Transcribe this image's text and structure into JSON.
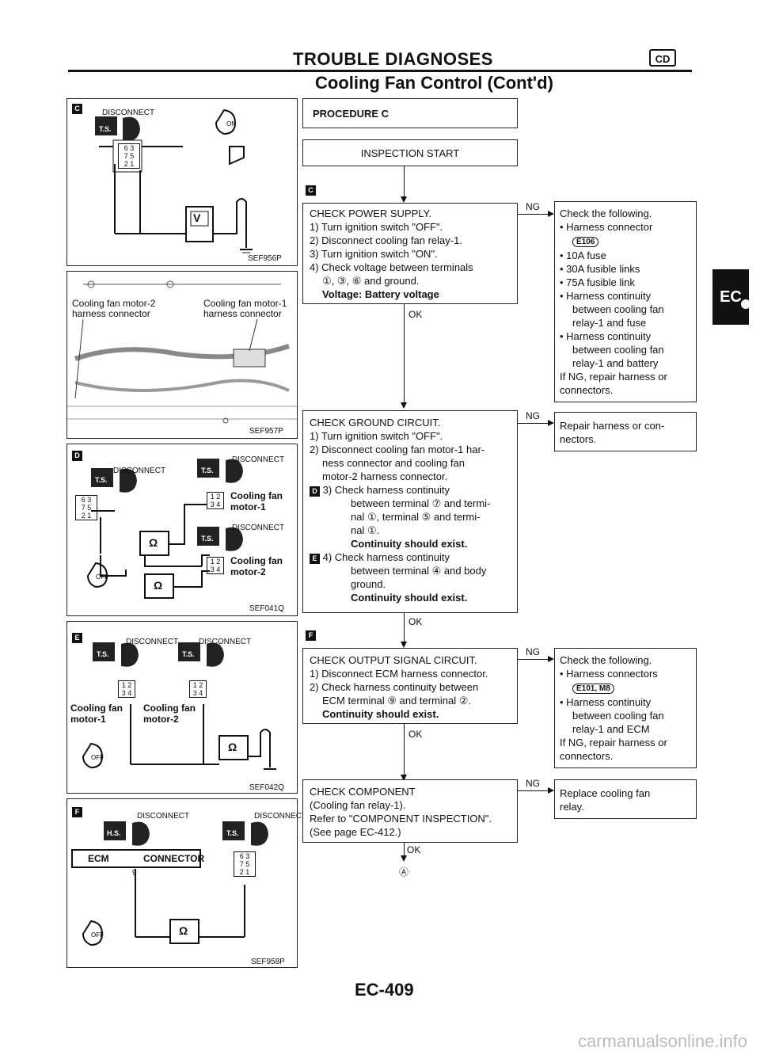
{
  "header": {
    "title": "TROUBLE DIAGNOSES",
    "subtitle": "Cooling Fan Control (Cont'd)",
    "section_icon": "CD"
  },
  "side_tab": "EC",
  "diagrams": {
    "c": {
      "tag": "C",
      "disconnect": "DISCONNECT",
      "connector_pins": [
        "6",
        "3",
        "7",
        "5",
        "2",
        "1"
      ],
      "meter": "V",
      "code": "SEF956P"
    },
    "photo": {
      "label_left": "Cooling fan motor-2\nharness connector",
      "label_right": "Cooling fan motor-1\nharness connector",
      "code": "SEF957P"
    },
    "d": {
      "tag": "D",
      "disconnect": "DISCONNECT",
      "pins": [
        "6",
        "3",
        "7",
        "5",
        "2",
        "1"
      ],
      "fan1_pins": [
        "1",
        "2",
        "3",
        "4"
      ],
      "fan2_pins": [
        "1",
        "2",
        "3",
        "4"
      ],
      "fan1_label": "Cooling fan motor-1",
      "fan2_label": "Cooling fan motor-2",
      "meter": "Ω",
      "code": "SEF041Q"
    },
    "e": {
      "tag": "E",
      "disconnect": "DISCONNECT",
      "fan1_label": "Cooling fan motor-1",
      "fan2_label": "Cooling fan motor-2",
      "pins": [
        "1",
        "2",
        "3",
        "4"
      ],
      "meter": "Ω",
      "code": "SEF042Q"
    },
    "f": {
      "tag": "F",
      "disconnect": "DISCONNECT",
      "ecm": "ECM",
      "connector": "CONNECTOR",
      "pin": "9",
      "pins": [
        "6",
        "3",
        "7",
        "5",
        "2",
        "1"
      ],
      "meter": "Ω",
      "code": "SEF958P"
    }
  },
  "flow": {
    "procedure": "PROCEDURE C",
    "start": "INSPECTION START",
    "step1": {
      "tag": "C",
      "lines": [
        "CHECK POWER SUPPLY.",
        "1) Turn ignition switch \"OFF\".",
        "2) Disconnect cooling fan relay-1.",
        "3) Turn ignition switch \"ON\".",
        "4) Check voltage between terminals",
        "①, ③, ⑥ and ground."
      ],
      "bold": "Voltage: Battery voltage",
      "ng": "NG",
      "ok": "OK",
      "remedy": [
        "Check the following.",
        "• Harness connector",
        "E106",
        "• 10A fuse",
        "• 30A fusible links",
        "• 75A fusible link",
        "• Harness continuity",
        "between cooling fan",
        "relay-1 and fuse",
        "• Harness continuity",
        "between cooling fan",
        "relay-1 and battery",
        "If NG, repair harness or",
        "connectors."
      ]
    },
    "step2": {
      "lines": [
        "CHECK GROUND CIRCUIT.",
        "1) Turn ignition switch \"OFF\".",
        "2) Disconnect cooling fan motor-1 har-",
        "ness connector and cooling fan",
        "motor-2 harness connector."
      ],
      "sub3_tag": "D",
      "sub3": [
        "3) Check harness continuity",
        "between terminal ⑦ and termi-",
        "nal ①, terminal ⑤ and termi-",
        "nal ①."
      ],
      "bold1": "Continuity should exist.",
      "sub4_tag": "E",
      "sub4": [
        "4) Check harness continuity",
        "between terminal ④ and body",
        "ground."
      ],
      "bold2": "Continuity should exist.",
      "ng": "NG",
      "ok": "OK",
      "remedy": [
        "Repair harness or con-",
        "nectors."
      ]
    },
    "step3": {
      "tag": "F",
      "lines": [
        "CHECK OUTPUT SIGNAL CIRCUIT.",
        "1) Disconnect ECM harness connector.",
        "2) Check harness continuity between",
        "ECM terminal ⑨ and terminal ②."
      ],
      "bold": "Continuity should exist.",
      "ng": "NG",
      "ok": "OK",
      "remedy": [
        "Check the following.",
        "• Harness connectors",
        "E101, M8",
        "• Harness continuity",
        "between cooling fan",
        "relay-1 and ECM",
        "If NG, repair harness or",
        "connectors."
      ]
    },
    "step4": {
      "lines": [
        "CHECK COMPONENT",
        "(Cooling fan relay-1).",
        "Refer to \"COMPONENT INSPECTION\".",
        "(See page EC-412.)"
      ],
      "ng": "NG",
      "ok": "OK",
      "remedy": [
        "Replace cooling fan",
        "relay."
      ],
      "next": "Ⓐ"
    }
  },
  "footer": {
    "page": "EC-409",
    "watermark": "carmanualsonline.info"
  }
}
